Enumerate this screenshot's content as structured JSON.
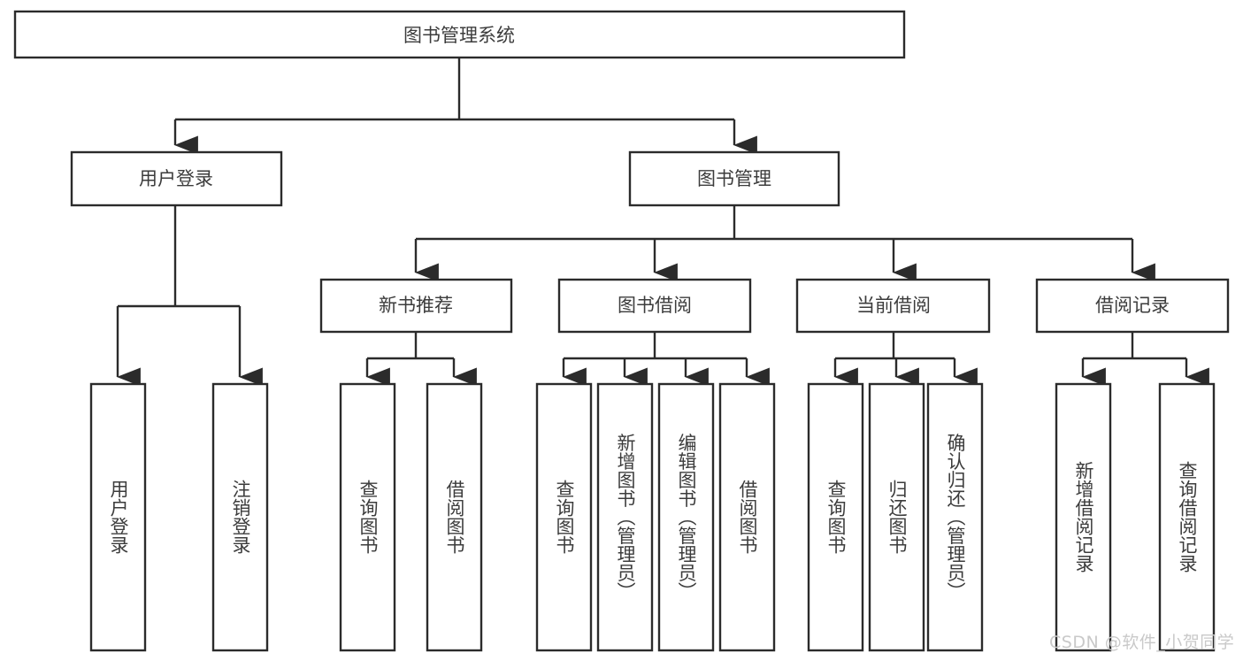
{
  "diagram": {
    "type": "tree",
    "title": "图书管理系统",
    "watermark": "CSDN @软件_小贺同学",
    "colors": {
      "stroke": "#2b2b2b",
      "fill": "#ffffff",
      "text": "#3c3c3c",
      "watermark": "#c9c9c9",
      "background": "#ffffff"
    },
    "levels": {
      "level1": {
        "label": "图书管理系统"
      },
      "level2": [
        {
          "label": "用户登录"
        },
        {
          "label": "图书管理"
        }
      ],
      "level3": [
        {
          "label": "新书推荐"
        },
        {
          "label": "图书借阅"
        },
        {
          "label": "当前借阅"
        },
        {
          "label": "借阅记录"
        }
      ],
      "level4": {
        "用户登录": [
          {
            "label": "用户登录"
          },
          {
            "label": "注销登录"
          }
        ],
        "新书推荐": [
          {
            "label": "查询图书"
          },
          {
            "label": "借阅图书"
          }
        ],
        "图书借阅": [
          {
            "label": "查询图书"
          },
          {
            "label": "新增图书（管理员）"
          },
          {
            "label": "编辑图书（管理员）"
          },
          {
            "label": "借阅图书"
          }
        ],
        "当前借阅": [
          {
            "label": "查询图书"
          },
          {
            "label": "归还图书"
          },
          {
            "label": "确认归还（管理员）"
          }
        ],
        "借阅记录": [
          {
            "label": "新增借阅记录"
          },
          {
            "label": "查询借阅记录"
          }
        ]
      }
    },
    "nodes": {
      "root": {
        "label": "图书管理系统"
      },
      "user_login": {
        "label": "用户登录"
      },
      "book_mgmt": {
        "label": "图书管理"
      },
      "new_rec": {
        "label": "新书推荐"
      },
      "book_borrow": {
        "label": "图书借阅"
      },
      "cur_borrow": {
        "label": "当前借阅"
      },
      "borrow_log": {
        "label": "借阅记录"
      },
      "l_user_login": {
        "label": "用户登录"
      },
      "l_user_logout": {
        "label": "注销登录"
      },
      "l_nr_query": {
        "label": "查询图书"
      },
      "l_nr_borrow": {
        "label": "借阅图书"
      },
      "l_bb_query": {
        "label": "查询图书"
      },
      "l_bb_add": {
        "label": "新增图书（管理员）"
      },
      "l_bb_edit": {
        "label": "编辑图书（管理员）"
      },
      "l_bb_borrow": {
        "label": "借阅图书"
      },
      "l_cb_query": {
        "label": "查询图书"
      },
      "l_cb_return": {
        "label": "归还图书"
      },
      "l_cb_confirm": {
        "label": "确认归还（管理员）"
      },
      "l_bl_add": {
        "label": "新增借阅记录"
      },
      "l_bl_query": {
        "label": "查询借阅记录"
      }
    }
  }
}
